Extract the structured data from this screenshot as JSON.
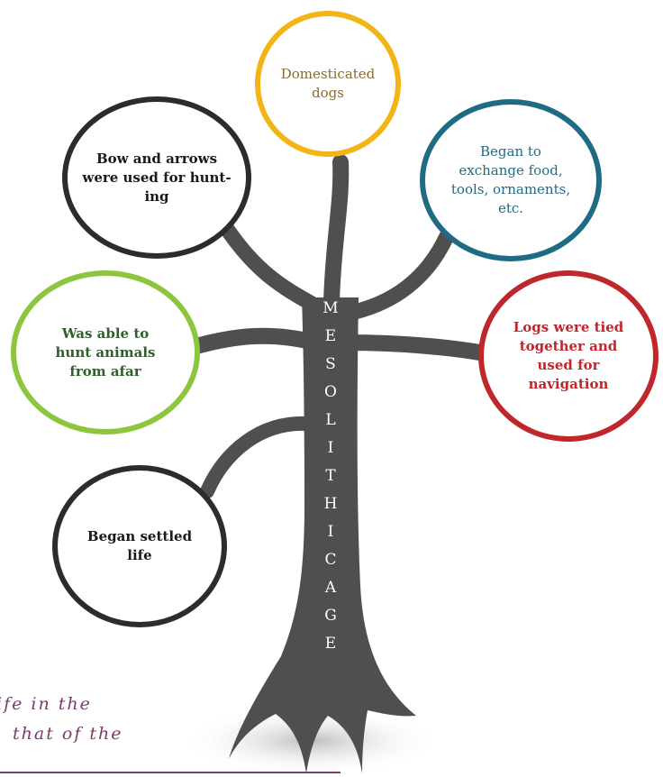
{
  "trunk_label": [
    "M",
    "E",
    "S",
    "O",
    "L",
    "I",
    "T",
    "H",
    "I",
    "C",
    "A",
    "G",
    "E"
  ],
  "nodes": {
    "domesticated_dogs": {
      "text": "Domesticated\ndogs",
      "color": "#f2b417",
      "text_color": "#8a6d2a"
    },
    "bow_and_arrows": {
      "text": "Bow and arrows\nwere used for hunt-\ning",
      "color": "#2c2c2c",
      "text_color": "#1a1a1a"
    },
    "exchange": {
      "text": "Began to\nexchange food,\ntools, ornaments,\netc.",
      "color": "#1f6b84",
      "text_color": "#1f6b84"
    },
    "hunt_from_afar": {
      "text": "Was able to\nhunt animals\nfrom afar",
      "color": "#8cc63f",
      "text_color": "#2f5f2a"
    },
    "logs": {
      "text": "Logs were tied\ntogether and\nused for\nnavigation",
      "color": "#c0272d",
      "text_color": "#c0272d"
    },
    "settled_life": {
      "text": "Began settled\nlife",
      "color": "#2c2c2c",
      "text_color": "#1a1a1a"
    }
  },
  "caption": {
    "line1": "ife in the",
    "line2": "that of the"
  },
  "colors": {
    "trunk": "#4f4f4f",
    "caption": "#7b3b6c"
  }
}
